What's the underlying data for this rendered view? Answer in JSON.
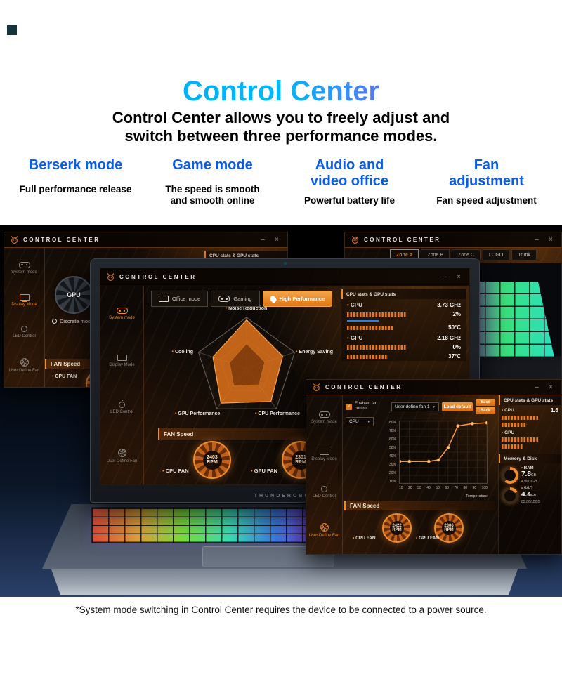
{
  "header": {
    "title": "Control Center",
    "subtitle_line1": "Control Center allows you to freely adjust and",
    "subtitle_line2": "switch between three performance modes.",
    "features": [
      {
        "title": "Berserk mode",
        "desc": "Full performance release"
      },
      {
        "title": "Game mode",
        "desc": "The speed is smooth and smooth online"
      },
      {
        "title": "Audio and video office",
        "desc": "Powerful battery life"
      },
      {
        "title": "Fan adjustment",
        "desc": "Fan speed adjustment"
      }
    ]
  },
  "chrome": {
    "app_title": "CONTROL CENTER",
    "minimize": "–",
    "close": "×"
  },
  "sidebar": {
    "items": [
      {
        "label": "System mode"
      },
      {
        "label": "Display Mode"
      },
      {
        "label": "LED Control"
      },
      {
        "label": "User Define Fan"
      }
    ]
  },
  "stats_header": "CPU stats & GPU stats",
  "window_left": {
    "gpu_label": "GPU",
    "discrete_mode": "Discrete mode",
    "fan_header": "FAN Speed",
    "fan_rpm_partial": "22",
    "cpu_fan_label": "CPU FAN"
  },
  "window_main": {
    "tabs": [
      {
        "label": "Office mode"
      },
      {
        "label": "Gaming"
      },
      {
        "label": "High Performance"
      }
    ],
    "radar": {
      "labels": [
        "Noise Reduction",
        "Energy Saving",
        "CPU Performance",
        "GPU Performance",
        "Cooling"
      ],
      "values": [
        0.95,
        0.75,
        0.82,
        0.86,
        0.7
      ]
    },
    "stats": {
      "cpu_label": "CPU",
      "cpu_clock": "3.73 GHz",
      "cpu_load": "2%",
      "cpu_temp": "50°C",
      "gpu_label": "GPU",
      "gpu_clock": "2.18 GHz",
      "gpu_load": "0%",
      "gpu_temp": "37°C"
    },
    "fan": {
      "header": "FAN Speed",
      "cpu_rpm": "2403 RPM",
      "gpu_rpm": "2301 RPM",
      "cpu_label": "CPU FAN",
      "gpu_label": "GPU FAN"
    }
  },
  "window_zones": {
    "tabs": [
      {
        "label": "Zone A"
      },
      {
        "label": "Zone B"
      },
      {
        "label": "Zone C"
      },
      {
        "label": "LOGO"
      },
      {
        "label": "Trunk"
      }
    ]
  },
  "window_fan": {
    "checkbox_label": "Enabled fan control",
    "preset_value": "User define fan 1",
    "load_default_label": "Load default",
    "save_label": "Save",
    "back_label": "Back",
    "target_value": "CPU",
    "chart": {
      "type": "line",
      "y_ticks": [
        "80%",
        "70%",
        "60%",
        "50%",
        "40%",
        "30%",
        "20%",
        "10%"
      ],
      "x_ticks": [
        "10",
        "20",
        "30",
        "40",
        "50",
        "60",
        "70",
        "80",
        "90",
        "100"
      ],
      "x_label": "Temperature",
      "points": [
        [
          10,
          28
        ],
        [
          20,
          28
        ],
        [
          40,
          28
        ],
        [
          50,
          30
        ],
        [
          60,
          46
        ],
        [
          70,
          74
        ],
        [
          85,
          77
        ],
        [
          100,
          78
        ]
      ]
    },
    "fan": {
      "header": "FAN Speed",
      "cpu_rpm": "2422 RPM",
      "gpu_rpm": "2306 RPM",
      "cpu_label": "CPU FAN",
      "gpu_label": "GPU FAN"
    },
    "stats": {
      "cpu_label": "CPU",
      "cpu_value": "1.6",
      "gpu_label": "GPU"
    },
    "memory": {
      "header": "Memory & Disk",
      "ram_label": "RAM",
      "ram_value": "7.8",
      "ram_unit": "GB",
      "ram_detail": "4.9/8.0GB",
      "ssd_label": "SSD",
      "ssd_value": "4.4",
      "ssd_unit": "GB",
      "ssd_detail": "85.0/512GB"
    }
  },
  "laptop": {
    "brand": "THUNDEROBOT"
  },
  "footer": {
    "disclaimer": "*System mode switching in Control Center requires the device to be connected to a power source."
  },
  "colors": {
    "accent": "#e8791e",
    "feature_blue": "#0b5ce8",
    "title_gradient_start": "#00a6f4",
    "title_gradient_end": "#f02cc8"
  }
}
